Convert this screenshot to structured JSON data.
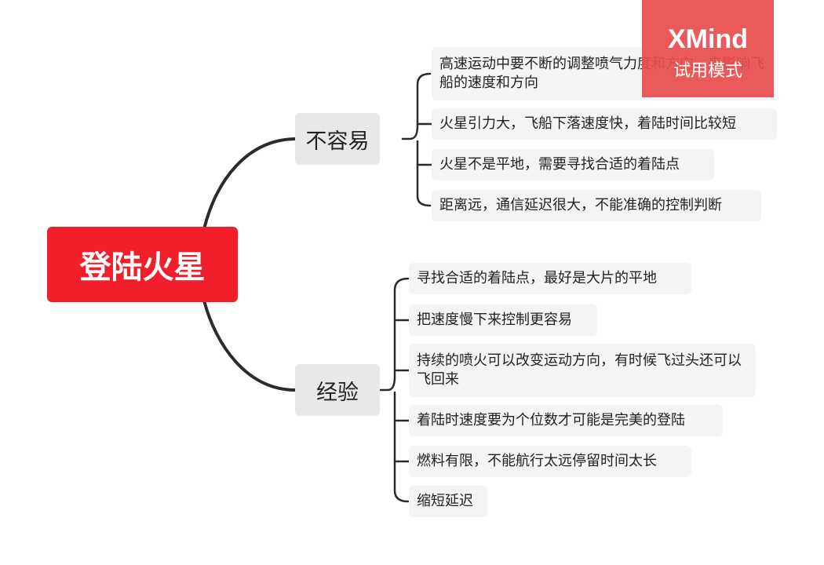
{
  "root": {
    "label": "登陆火星"
  },
  "branches": [
    {
      "label": "不容易",
      "items": [
        "高速运动中要不断的调整喷气力度和方向，来影响飞船的速度和方向",
        "火星引力大，飞船下落速度快，着陆时间比较短",
        "火星不是平地，需要寻找合适的着陆点",
        "距离远，通信延迟很大，不能准确的控制判断"
      ]
    },
    {
      "label": "经验",
      "items": [
        "寻找合适的着陆点，最好是大片的平地",
        "把速度慢下来控制更容易",
        "持续的喷火可以改变运动方向，有时候飞过头还可以飞回来",
        "着陆时速度要为个位数才可能是完美的登陆",
        "燃料有限，不能航行太远停留时间太长",
        "缩短延迟"
      ]
    }
  ],
  "watermark": {
    "brand": "XMind",
    "subtitle": "试用模式"
  },
  "colors": {
    "root_fill": "#f11f2c",
    "branch_fill": "#e8e8e8",
    "leaf_fill": "#f4f4f4",
    "connector": "#2b2b2b",
    "watermark_fill": "#ea4e4e"
  }
}
